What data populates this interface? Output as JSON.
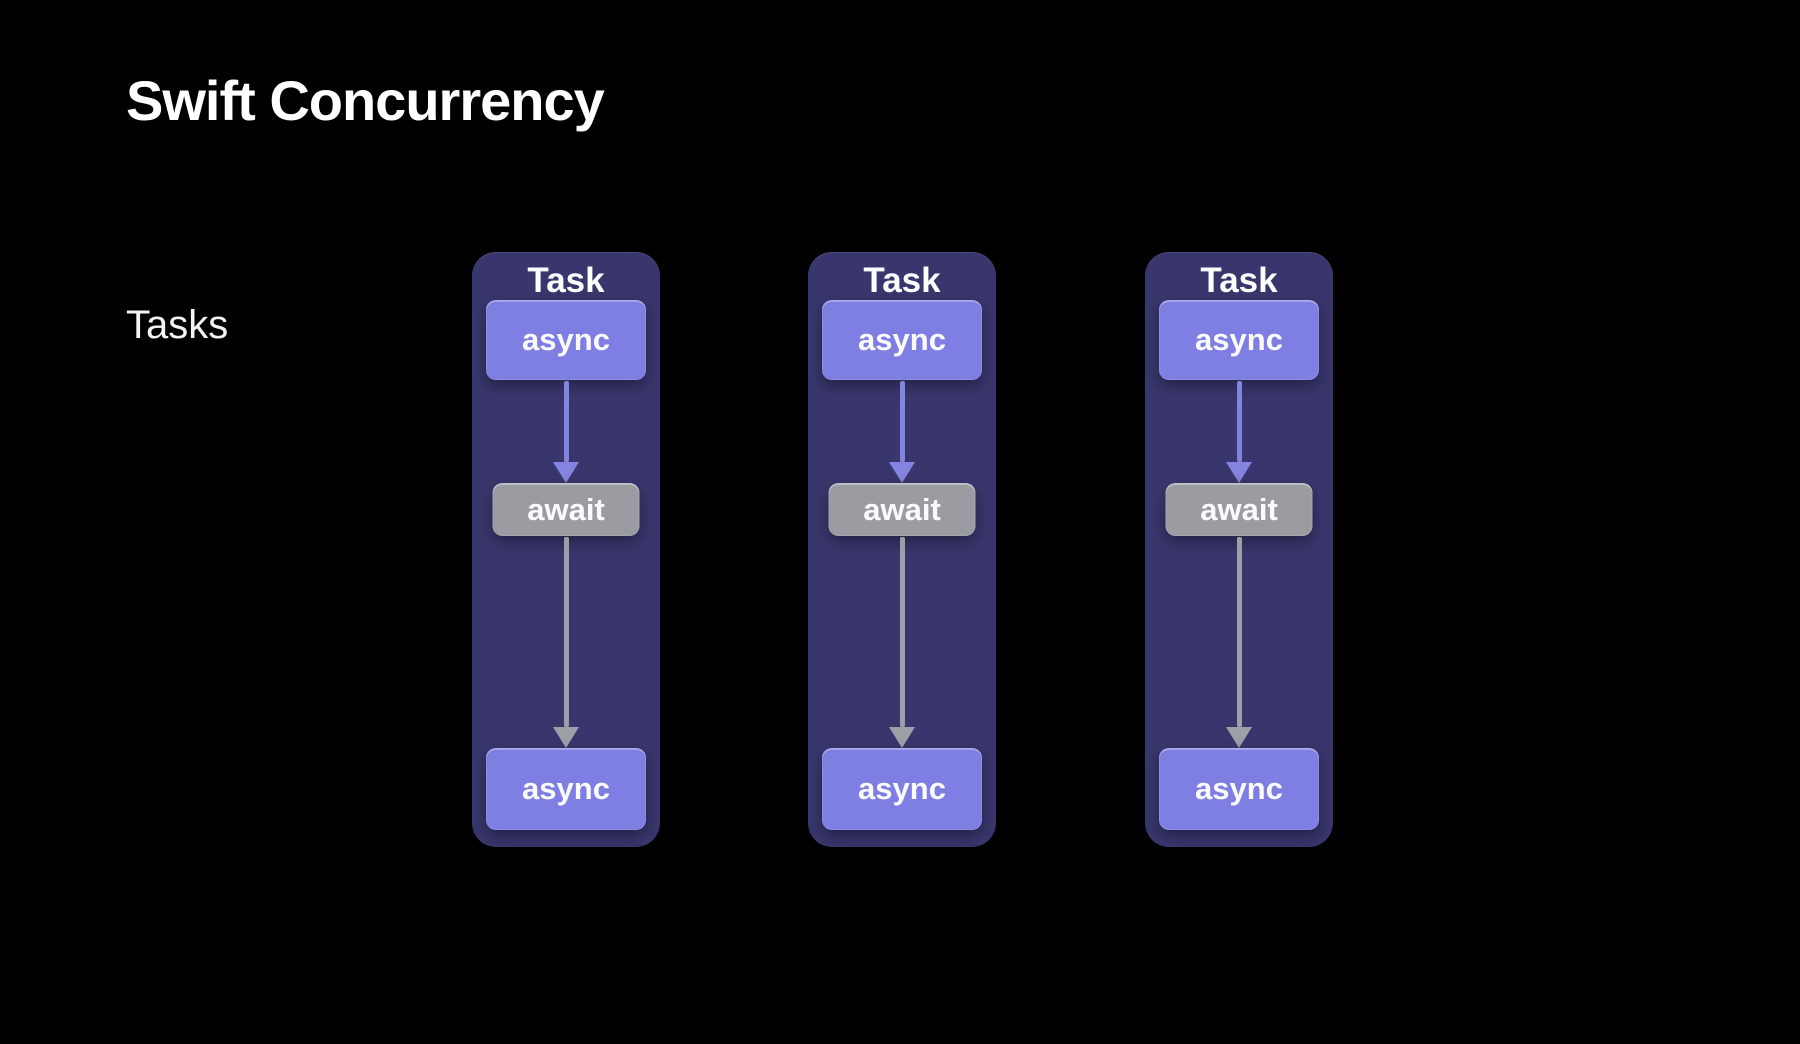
{
  "slide": {
    "title": "Swift Concurrency",
    "section_label": "Tasks"
  },
  "diagram": {
    "tasks": [
      {
        "title": "Task",
        "steps": [
          {
            "label": "async"
          },
          {
            "label": "await"
          },
          {
            "label": "async"
          }
        ]
      },
      {
        "title": "Task",
        "steps": [
          {
            "label": "async"
          },
          {
            "label": "await"
          },
          {
            "label": "async"
          }
        ]
      },
      {
        "title": "Task",
        "steps": [
          {
            "label": "async"
          },
          {
            "label": "await"
          },
          {
            "label": "async"
          }
        ]
      }
    ]
  },
  "colors": {
    "background": "#000000",
    "column-bg": "#38366c",
    "async-box": "#7f7fe3",
    "await-box": "#9b9ba2",
    "purple-arrow": "#8383e0",
    "gray-arrow": "#9da0a6",
    "text": "#ffffff"
  }
}
